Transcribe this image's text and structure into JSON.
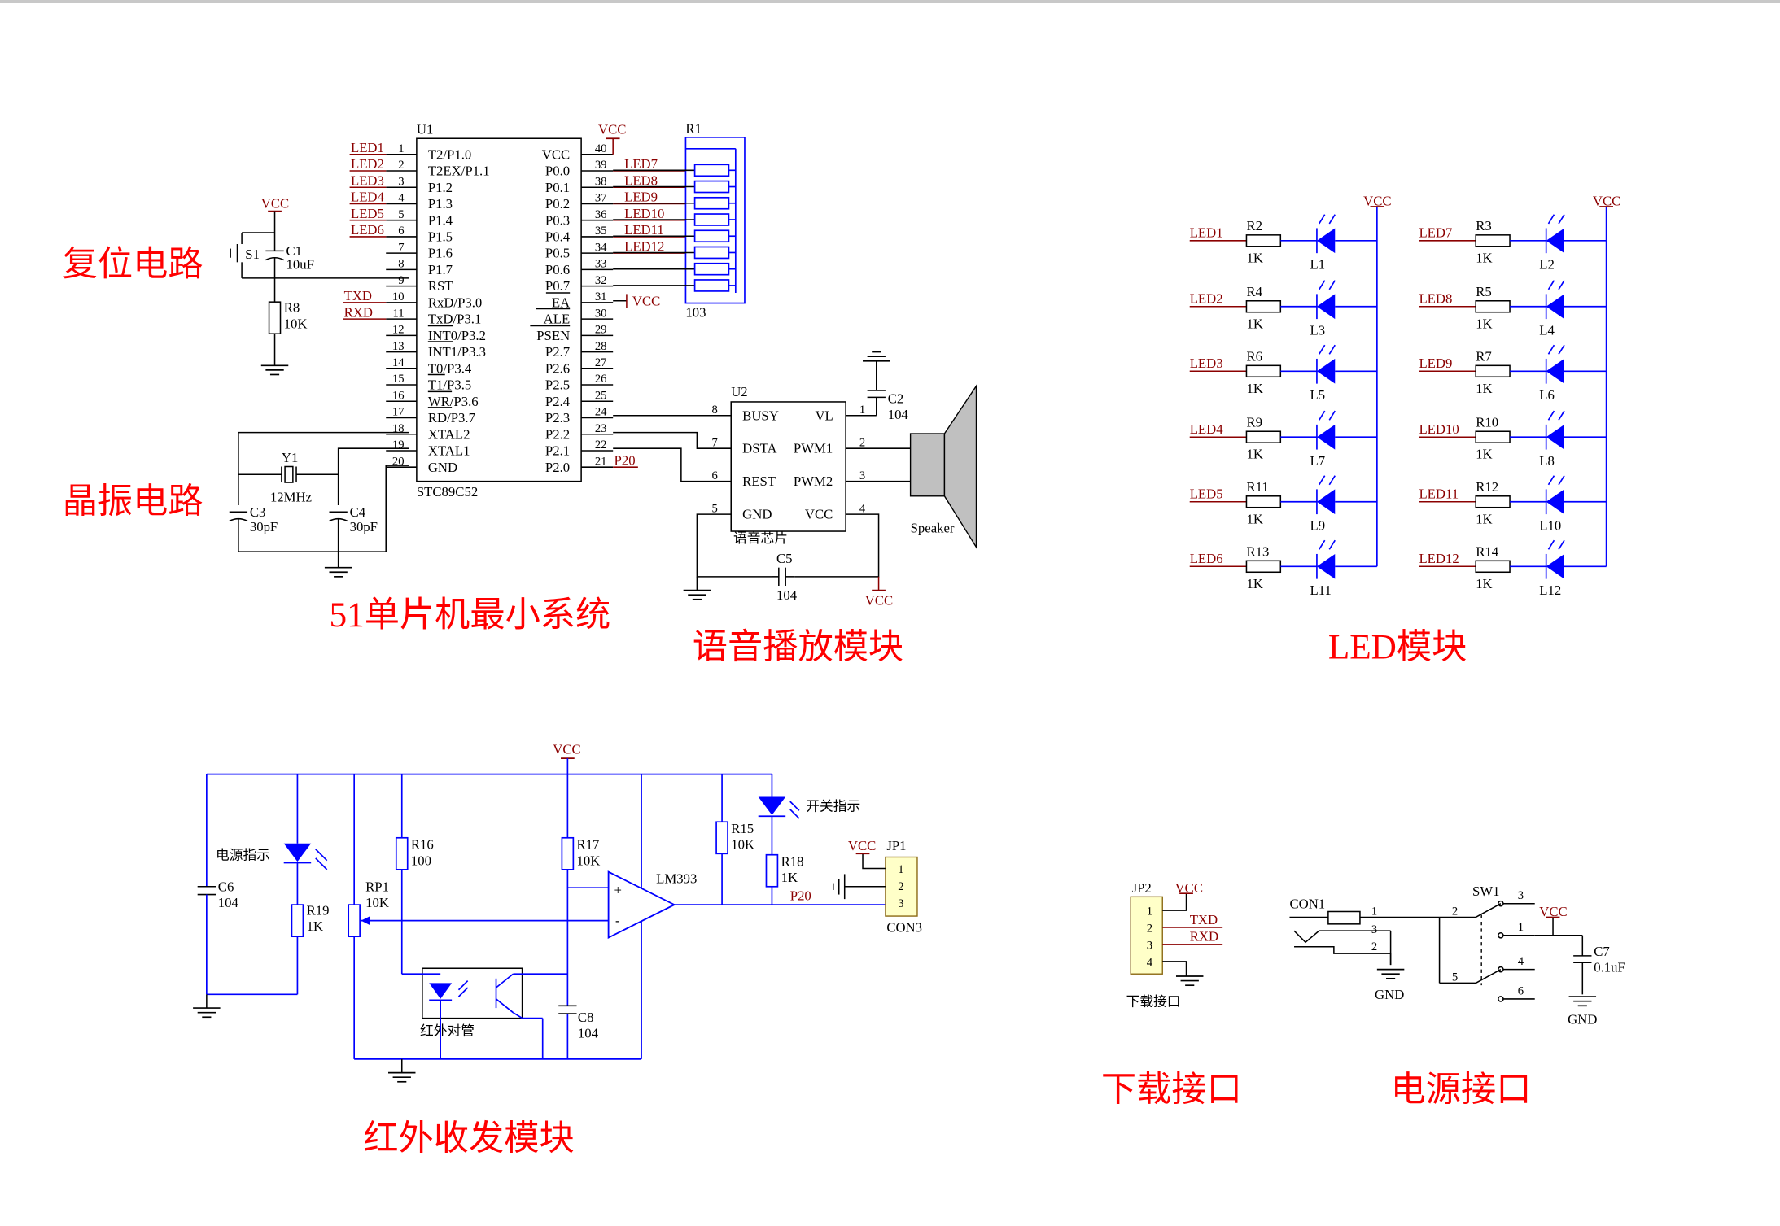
{
  "sections": {
    "reset": "复位电路",
    "crystal": "晶振电路",
    "mcu": "51单片机最小系统",
    "voice": "语音播放模块",
    "led": "LED模块",
    "ir": "红外收发模块",
    "download": "下载接口",
    "power": "电源接口"
  },
  "mcu": {
    "ref": "U1",
    "part": "STC89C52",
    "left_pins": [
      {
        "num": "1",
        "name": "T2/P1.0",
        "net": "LED1"
      },
      {
        "num": "2",
        "name": "T2EX/P1.1",
        "net": "LED2"
      },
      {
        "num": "3",
        "name": "P1.2",
        "net": "LED3"
      },
      {
        "num": "4",
        "name": "P1.3",
        "net": "LED4"
      },
      {
        "num": "5",
        "name": "P1.4",
        "net": "LED5"
      },
      {
        "num": "6",
        "name": "P1.5",
        "net": "LED6"
      },
      {
        "num": "7",
        "name": "P1.6",
        "net": ""
      },
      {
        "num": "8",
        "name": "P1.7",
        "net": ""
      },
      {
        "num": "9",
        "name": "RST",
        "net": ""
      },
      {
        "num": "10",
        "name": "RxD/P3.0",
        "net": "TXD"
      },
      {
        "num": "11",
        "name": "TxD/P3.1",
        "net": "RXD"
      },
      {
        "num": "12",
        "name": "INT0/P3.2",
        "net": ""
      },
      {
        "num": "13",
        "name": "INT1/P3.3",
        "net": ""
      },
      {
        "num": "14",
        "name": "T0/P3.4",
        "net": ""
      },
      {
        "num": "15",
        "name": "T1/P3.5",
        "net": ""
      },
      {
        "num": "16",
        "name": "WR/P3.6",
        "net": ""
      },
      {
        "num": "17",
        "name": "RD/P3.7",
        "net": ""
      },
      {
        "num": "18",
        "name": "XTAL2",
        "net": ""
      },
      {
        "num": "19",
        "name": "XTAL1",
        "net": ""
      },
      {
        "num": "20",
        "name": "GND",
        "net": ""
      }
    ],
    "right_pins": [
      {
        "num": "40",
        "name": "VCC",
        "net": ""
      },
      {
        "num": "39",
        "name": "P0.0",
        "net": "LED7"
      },
      {
        "num": "38",
        "name": "P0.1",
        "net": "LED8"
      },
      {
        "num": "37",
        "name": "P0.2",
        "net": "LED9"
      },
      {
        "num": "36",
        "name": "P0.3",
        "net": "LED10"
      },
      {
        "num": "35",
        "name": "P0.4",
        "net": "LED11"
      },
      {
        "num": "34",
        "name": "P0.5",
        "net": "LED12"
      },
      {
        "num": "33",
        "name": "P0.6",
        "net": ""
      },
      {
        "num": "32",
        "name": "P0.7",
        "net": ""
      },
      {
        "num": "31",
        "name": "EA",
        "net": ""
      },
      {
        "num": "30",
        "name": "ALE",
        "net": ""
      },
      {
        "num": "29",
        "name": "PSEN",
        "net": ""
      },
      {
        "num": "28",
        "name": "P2.7",
        "net": ""
      },
      {
        "num": "27",
        "name": "P2.6",
        "net": ""
      },
      {
        "num": "26",
        "name": "P2.5",
        "net": ""
      },
      {
        "num": "25",
        "name": "P2.4",
        "net": ""
      },
      {
        "num": "24",
        "name": "P2.3",
        "net": ""
      },
      {
        "num": "23",
        "name": "P2.2",
        "net": ""
      },
      {
        "num": "22",
        "name": "P2.1",
        "net": ""
      },
      {
        "num": "21",
        "name": "P2.0",
        "net": "P20"
      }
    ]
  },
  "labels": {
    "vcc": "VCC",
    "gnd": "GND",
    "r1": "R1",
    "r1_value": "103",
    "s1": "S1",
    "c1": "C1",
    "c1_value": "10uF",
    "r8": "R8",
    "r8_value": "10K",
    "y1": "Y1",
    "y1_value": "12MHz",
    "c3": "C3",
    "c3_value": "30pF",
    "c4": "C4",
    "c4_value": "30pF",
    "u2": "U2",
    "u2_busy": "BUSY",
    "u2_vl": "VL",
    "u2_dsta": "DSTA",
    "u2_pwm1": "PWM1",
    "u2_rest": "REST",
    "u2_pwm2": "PWM2",
    "u2_gnd": "GND",
    "u2_vcc": "VCC",
    "u2_name": "语音芯片",
    "u2_p8": "8",
    "u2_p7": "7",
    "u2_p6": "6",
    "u2_p5": "5",
    "u2_p1": "1",
    "u2_p2": "2",
    "u2_p3": "3",
    "u2_p4": "4",
    "c2": "C2",
    "c2_value": "104",
    "c5": "C5",
    "c5_value": "104",
    "speaker": "Speaker",
    "c6": "C6",
    "c6_value": "104",
    "power_led": "电源指示",
    "r19": "R19",
    "r19_value": "1K",
    "rp1": "RP1",
    "rp1_value": "10K",
    "r16": "R16",
    "r16_value": "100",
    "r17": "R17",
    "r17_value": "10K",
    "lm393": "LM393",
    "op_plus": "+",
    "op_minus": "-",
    "r15": "R15",
    "r15_value": "10K",
    "switch_led": "开关指示",
    "r18": "R18",
    "r18_value": "1K",
    "p20": "P20",
    "jp1": "JP1",
    "con3": "CON3",
    "pin1": "1",
    "pin2": "2",
    "pin3": "3",
    "pin4": "4",
    "c8": "C8",
    "c8_value": "104",
    "ir_pair": "红外对管",
    "jp2": "JP2",
    "txd": "TXD",
    "rxd": "RXD",
    "download_port": "下载接口",
    "con1": "CON1",
    "sw1": "SW1",
    "sw_p2": "2",
    "sw_p3": "3",
    "sw_p1": "1",
    "sw_p5": "5",
    "sw_p4": "4",
    "sw_p6": "6",
    "c7": "C7",
    "c7_value": "0.1uF"
  },
  "led_module": {
    "left": [
      {
        "net": "LED1",
        "r": "R2",
        "rv": "1K",
        "l": "L1"
      },
      {
        "net": "LED2",
        "r": "R4",
        "rv": "1K",
        "l": "L3"
      },
      {
        "net": "LED3",
        "r": "R6",
        "rv": "1K",
        "l": "L5"
      },
      {
        "net": "LED4",
        "r": "R9",
        "rv": "1K",
        "l": "L7"
      },
      {
        "net": "LED5",
        "r": "R11",
        "rv": "1K",
        "l": "L9"
      },
      {
        "net": "LED6",
        "r": "R13",
        "rv": "1K",
        "l": "L11"
      }
    ],
    "right": [
      {
        "net": "LED7",
        "r": "R3",
        "rv": "1K",
        "l": "L2"
      },
      {
        "net": "LED8",
        "r": "R5",
        "rv": "1K",
        "l": "L4"
      },
      {
        "net": "LED9",
        "r": "R7",
        "rv": "1K",
        "l": "L6"
      },
      {
        "net": "LED10",
        "r": "R10",
        "rv": "1K",
        "l": "L8"
      },
      {
        "net": "LED11",
        "r": "R12",
        "rv": "1K",
        "l": "L10"
      },
      {
        "net": "LED12",
        "r": "R14",
        "rv": "1K",
        "l": "L12"
      }
    ]
  },
  "colors": {
    "section_title": "#ff0000",
    "net_label": "#8b0000",
    "wire": "#0000ff",
    "body": "#000000",
    "connector_fill": "#ffffc8",
    "speaker_fill": "#c0c0c0"
  }
}
